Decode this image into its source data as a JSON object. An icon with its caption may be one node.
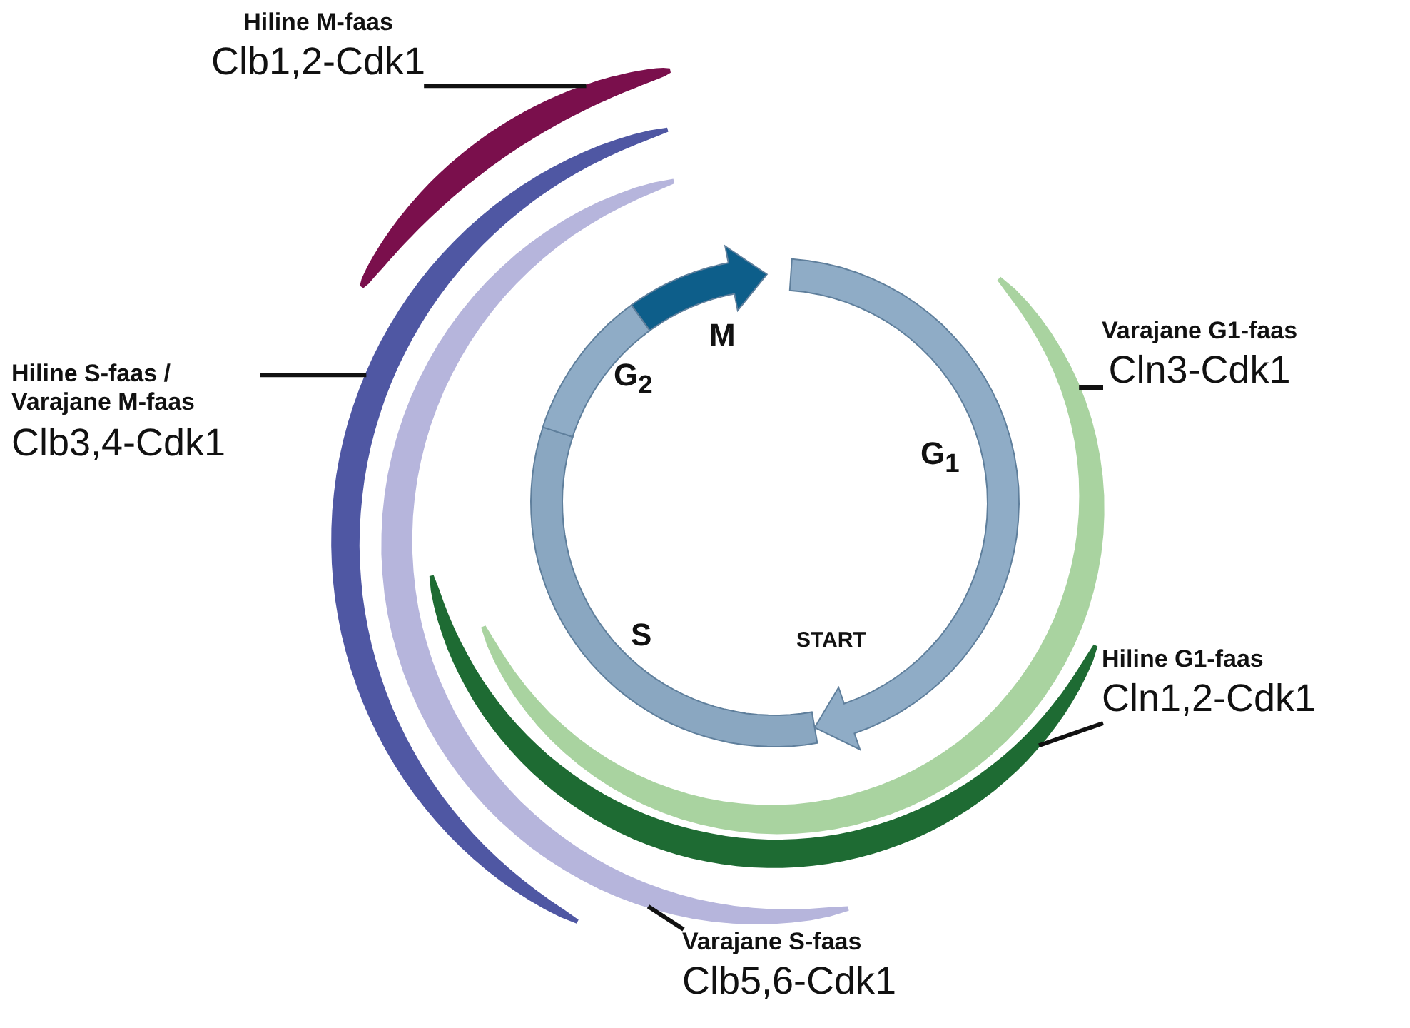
{
  "diagram": {
    "nodes": [
      {
        "text": [
          "Hiline M-faas",
          "Clb1,2-Cdk1"
        ]
      },
      {
        "text": [
          "Hiline S-faas / Varajane M-faas",
          "Clb3,4-Cdk1"
        ]
      },
      {
        "text": [
          "Varajane G1-faas",
          "Cln3-Cdk1"
        ]
      },
      {
        "text": [
          "Hiline G1-faas",
          "Cln1,2-Cdk1"
        ]
      },
      {
        "text": [
          "Varajane S-faas",
          "Clb5,6-Cdk1"
        ]
      },
      {
        "text": [],
        "shape": "crescent"
      },
      {
        "text": [],
        "shape": "crescent"
      },
      {
        "text": [],
        "shape": "crescent"
      },
      {
        "text": [],
        "shape": "crescent"
      },
      {
        "text": [],
        "shape": "crescent"
      }
    ],
    "edges": [
      {
        "from": 0,
        "to": 5,
        "arrow": "none"
      },
      {
        "from": 1,
        "to": 6,
        "arrow": "none"
      },
      {
        "from": 2,
        "to": 8,
        "arrow": "none"
      },
      {
        "from": 3,
        "to": 9,
        "arrow": "none"
      },
      {
        "from": 4,
        "to": 7,
        "arrow": "none"
      }
    ],
    "labels": [
      "M",
      "G$_{2}$",
      "G$_{1}$",
      "S",
      "START"
    ]
  }
}
